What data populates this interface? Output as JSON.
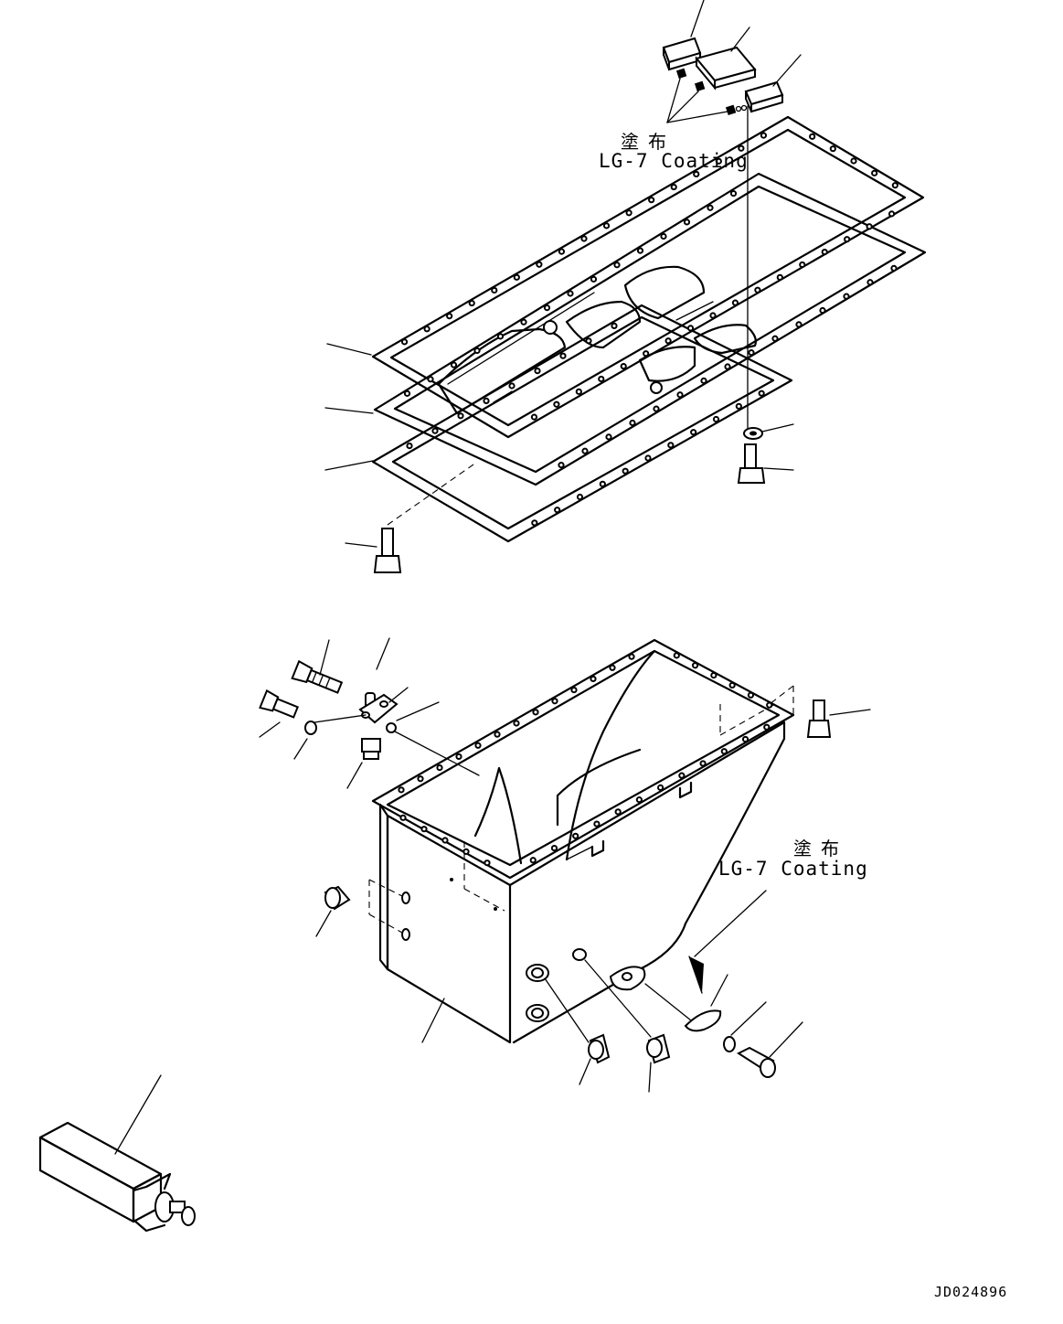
{
  "annotations": {
    "coating_top": {
      "japanese": "塗布",
      "english": "LG-7 Coating"
    },
    "coating_pan": {
      "japanese": "塗布",
      "english": "LG-7 Coating"
    }
  },
  "drawing_code": "JD024896"
}
